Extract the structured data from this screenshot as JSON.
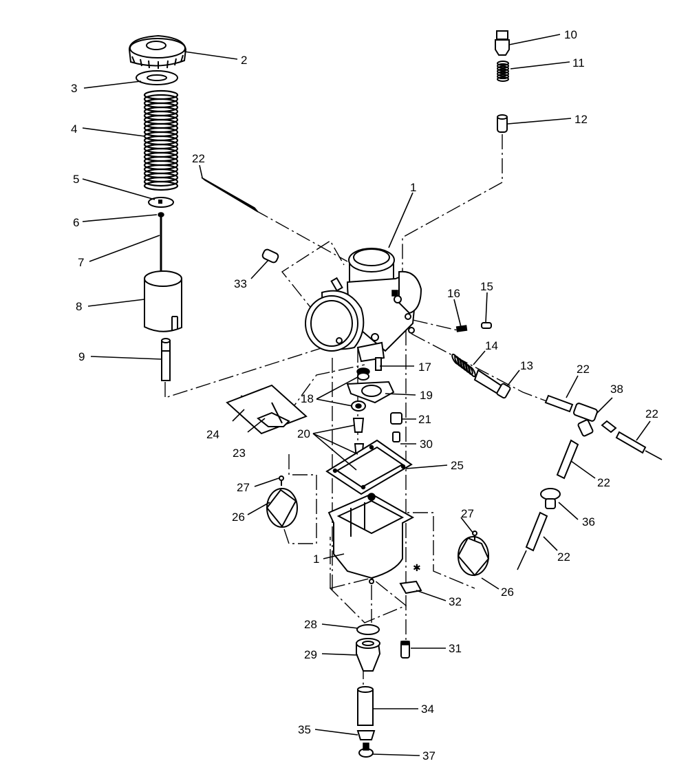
{
  "diagram": {
    "callouts": [
      {
        "id": "c2",
        "label": "2"
      },
      {
        "id": "c3",
        "label": "3"
      },
      {
        "id": "c4",
        "label": "4"
      },
      {
        "id": "c5",
        "label": "5"
      },
      {
        "id": "c6",
        "label": "6"
      },
      {
        "id": "c7",
        "label": "7"
      },
      {
        "id": "c8",
        "label": "8"
      },
      {
        "id": "c9",
        "label": "9"
      },
      {
        "id": "c10",
        "label": "10"
      },
      {
        "id": "c11",
        "label": "11"
      },
      {
        "id": "c12",
        "label": "12"
      },
      {
        "id": "c22a",
        "label": "22"
      },
      {
        "id": "c1a",
        "label": "1"
      },
      {
        "id": "c33",
        "label": "33"
      },
      {
        "id": "c16",
        "label": "16"
      },
      {
        "id": "c15",
        "label": "15"
      },
      {
        "id": "c14",
        "label": "14"
      },
      {
        "id": "c13",
        "label": "13"
      },
      {
        "id": "c17",
        "label": "17"
      },
      {
        "id": "c19",
        "label": "19"
      },
      {
        "id": "c18",
        "label": "18"
      },
      {
        "id": "c21",
        "label": "21"
      },
      {
        "id": "c20",
        "label": "20"
      },
      {
        "id": "c30",
        "label": "30"
      },
      {
        "id": "c24",
        "label": "24"
      },
      {
        "id": "c23",
        "label": "23"
      },
      {
        "id": "c25",
        "label": "25"
      },
      {
        "id": "c22b",
        "label": "22"
      },
      {
        "id": "c38",
        "label": "38"
      },
      {
        "id": "c22c",
        "label": "22"
      },
      {
        "id": "c22d",
        "label": "22"
      },
      {
        "id": "c36",
        "label": "36"
      },
      {
        "id": "c22e",
        "label": "22"
      },
      {
        "id": "c27a",
        "label": "27"
      },
      {
        "id": "c26a",
        "label": "26"
      },
      {
        "id": "c27b",
        "label": "27"
      },
      {
        "id": "c1b",
        "label": "1"
      },
      {
        "id": "c26b",
        "label": "26"
      },
      {
        "id": "c32",
        "label": "32"
      },
      {
        "id": "c28",
        "label": "28"
      },
      {
        "id": "c29",
        "label": "29"
      },
      {
        "id": "c31",
        "label": "31"
      },
      {
        "id": "c34",
        "label": "34"
      },
      {
        "id": "c35",
        "label": "35"
      },
      {
        "id": "c37",
        "label": "37"
      }
    ]
  }
}
